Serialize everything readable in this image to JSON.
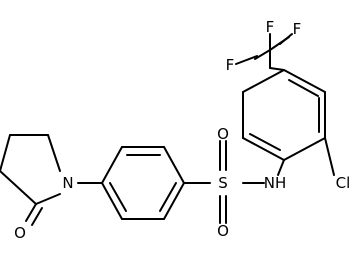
{
  "molecule": {
    "atoms": {
      "F_top": "F",
      "F_left": "F",
      "F_bottom": "F",
      "O_sulfonyl_top": "O",
      "O_sulfonyl_bottom": "O",
      "S": "S",
      "NH": "NH",
      "Cl": "Cl",
      "N_ring": "N",
      "O_ketone": "O"
    }
  },
  "colors": {
    "bond": "#000000",
    "label": "#000000",
    "background": "#ffffff"
  }
}
